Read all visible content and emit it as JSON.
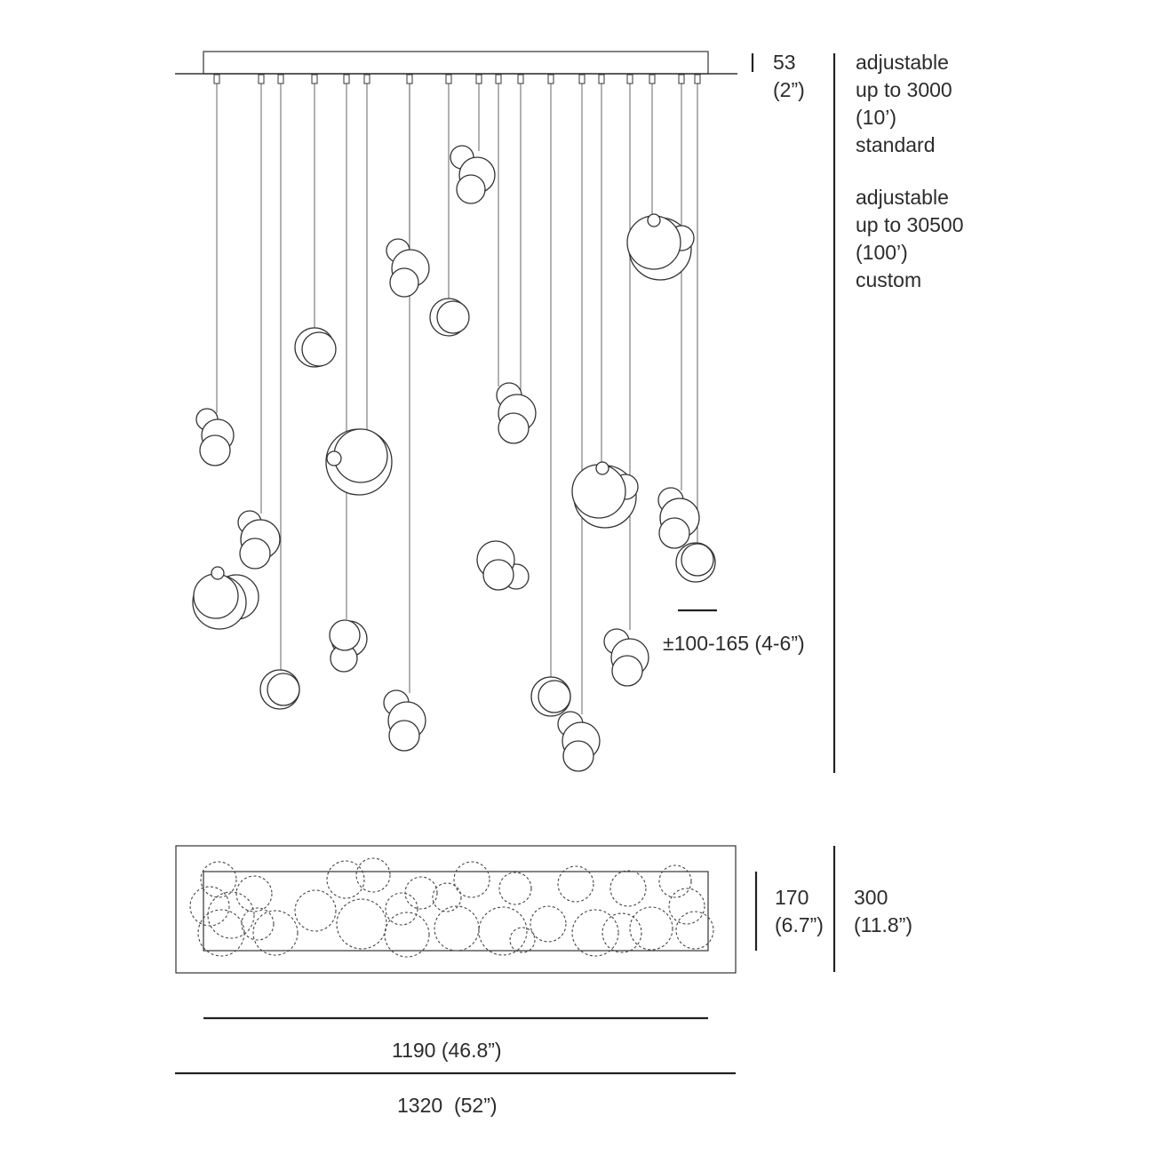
{
  "dimensions": {
    "canopy_height": {
      "mm": "53",
      "in": "(2”)"
    },
    "drop_standard": [
      "adjustable",
      "up to 3000",
      "(10’)",
      "standard"
    ],
    "drop_custom": [
      "adjustable",
      "up to 30500",
      "(100’)",
      "custom"
    ],
    "cluster_spacing": "±100-165 (4-6”)",
    "inner_depth": {
      "mm": "170",
      "in": "(6.7”)"
    },
    "outer_depth": {
      "mm": "300",
      "in": "(11.8”)"
    },
    "inner_length": "1190 (46.8”)",
    "outer_length": "1320  (52”)"
  }
}
